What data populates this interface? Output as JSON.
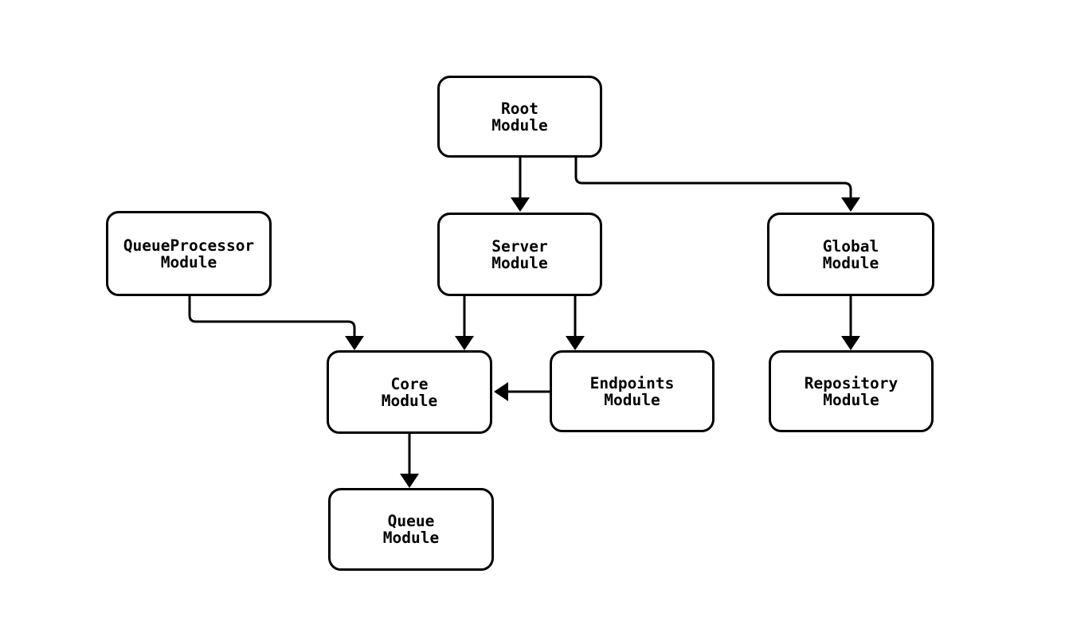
{
  "diagram": {
    "type": "flowchart",
    "direction": "top-down",
    "background_color": "#ffffff",
    "node_fill_color": "#ffffff",
    "node_border_color": "#000000",
    "edge_color": "#000000",
    "text_color": "#000000",
    "nodes": [
      {
        "id": "root",
        "line1": "Root",
        "line2": "Module"
      },
      {
        "id": "queueprocessor",
        "line1": "QueueProcessor",
        "line2": "Module"
      },
      {
        "id": "server",
        "line1": "Server",
        "line2": "Module"
      },
      {
        "id": "global",
        "line1": "Global",
        "line2": "Module"
      },
      {
        "id": "core",
        "line1": "Core",
        "line2": "Module"
      },
      {
        "id": "endpoints",
        "line1": "Endpoints",
        "line2": "Module"
      },
      {
        "id": "repository",
        "line1": "Repository",
        "line2": "Module"
      },
      {
        "id": "queue",
        "line1": "Queue",
        "line2": "Module"
      }
    ],
    "edges": [
      {
        "from": "root",
        "to": "server"
      },
      {
        "from": "root",
        "to": "global"
      },
      {
        "from": "queueprocessor",
        "to": "core"
      },
      {
        "from": "server",
        "to": "core"
      },
      {
        "from": "server",
        "to": "endpoints"
      },
      {
        "from": "endpoints",
        "to": "core"
      },
      {
        "from": "global",
        "to": "repository"
      },
      {
        "from": "core",
        "to": "queue"
      }
    ]
  }
}
